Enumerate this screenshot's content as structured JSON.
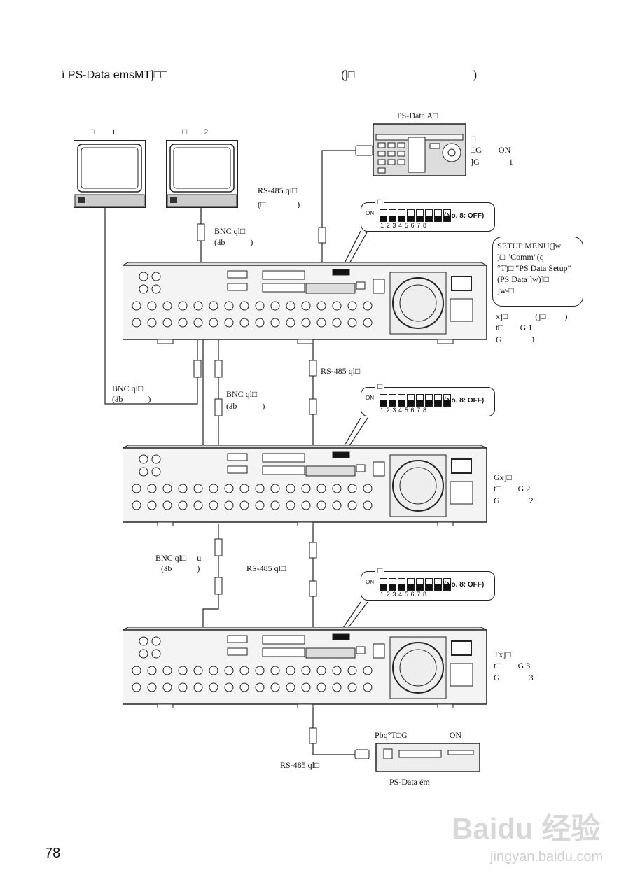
{
  "header": {
    "title": "í PS-Data emsMT]□□",
    "paren_open": "(]□",
    "paren_close": ")"
  },
  "monitors": [
    {
      "label": "□        1"
    },
    {
      "label": "□        2"
    }
  ],
  "controller": {
    "label": "PS-Data A□",
    "notes": [
      "□",
      "□G        ON",
      "]G              1"
    ]
  },
  "dip_switches": [
    {
      "label": "□",
      "on": "ON",
      "numbers": "12345678",
      "note": "(No. 8: OFF)"
    },
    {
      "label": "□",
      "on": "ON",
      "numbers": "12345678",
      "note": "(No. 8: OFF)"
    },
    {
      "label": "□",
      "on": "ON",
      "numbers": "12345678",
      "note": "(No. 8: OFF)"
    }
  ],
  "setup_box": [
    "SETUP MENU(]w",
    ")□        \"Comm\"(q",
    "°T)□ \"PS Data Setup\"",
    "(PS Data ]w)]□",
    "]w-□"
  ],
  "recorder_notes": [
    [
      "x]□             (]□         )",
      "t□        G 1",
      "G              1"
    ],
    [
      "Gx]□",
      "t□        G 2",
      "G              2"
    ],
    [
      "Tx]□",
      "t□        G 3",
      "G              3"
    ]
  ],
  "cables": {
    "rs485_top": [
      "RS-485 ql□",
      "(□               )"
    ],
    "bnc_top": [
      "BNC ql□",
      "(äb            )"
    ],
    "rs485_mid": "RS-485 ql□",
    "bnc_left": [
      "BNC ql□",
      "(äb            )"
    ],
    "bnc_right": [
      "BNC ql□",
      "(äb            )"
    ],
    "bnc_low": [
      "BNC ql□     u",
      "(äb            )"
    ],
    "rs485_low": "RS-485 ql□",
    "rs485_bottom": "RS-485 ql□"
  },
  "terminal": {
    "note": "Pbq°T□G                    ON",
    "label": "PS-Data ém"
  },
  "page_number": "78",
  "watermark": {
    "line1": "Baidu 经验",
    "line2": "jingyan.baidu.com"
  }
}
